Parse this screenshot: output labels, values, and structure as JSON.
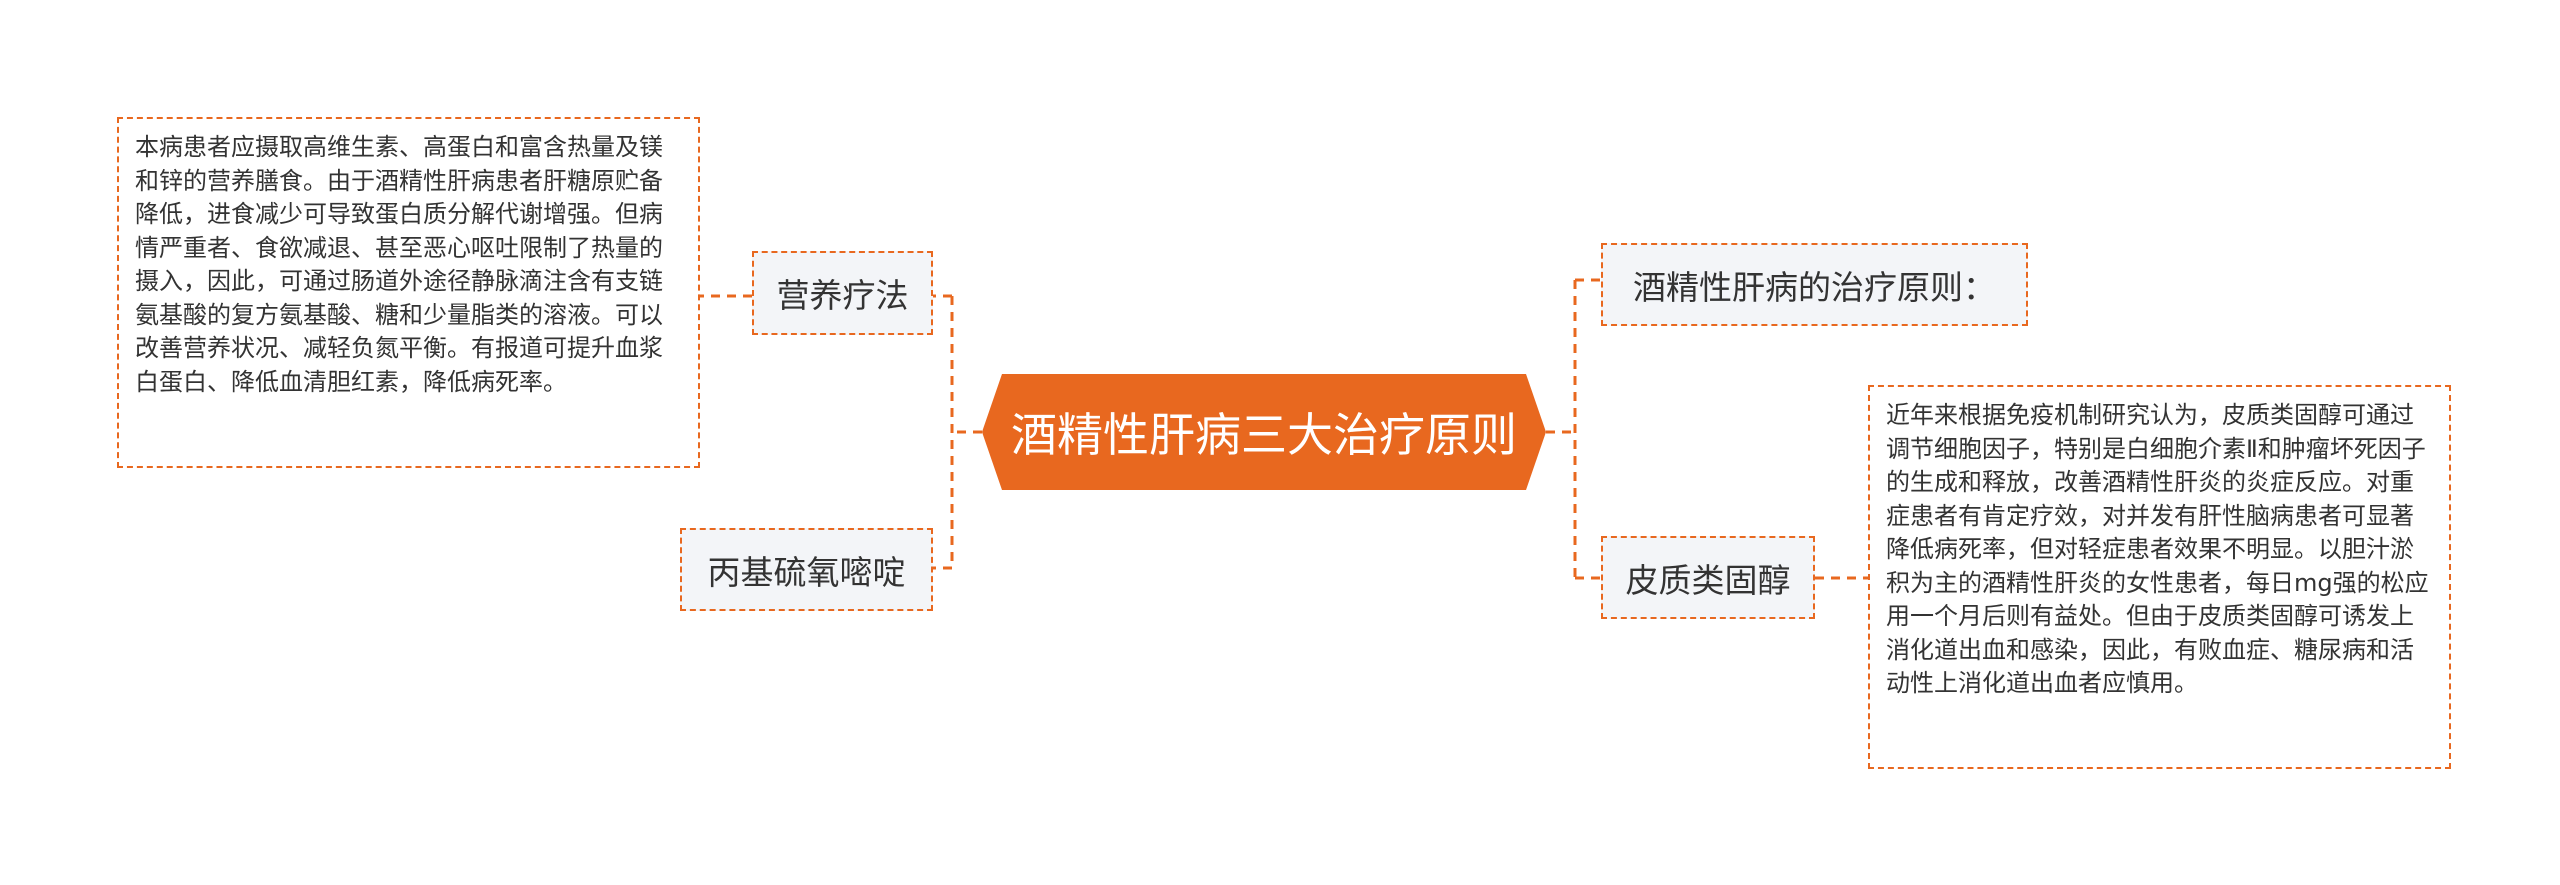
{
  "root": {
    "title": "酒精性肝病三大治疗原则"
  },
  "left_branches": {
    "nutrition": {
      "label": "营养疗法",
      "note": "本病患者应摄取高维生素、高蛋白和富含热量及镁和锌的营养膳食。由于酒精性肝病患者肝糖原贮备降低，进食减少可导致蛋白质分解代谢增强。但病情严重者、食欲减退、甚至恶心呕吐限制了热量的摄入，因此，可通过肠道外途径静脉滴注含有支链氨基酸的复方氨基酸、糖和少量脂类的溶液。可以改善营养状况、减轻负氮平衡。有报道可提升血浆白蛋白、降低血清胆红素，降低病死率。"
    },
    "ptu": {
      "label": "丙基硫氧嘧啶"
    }
  },
  "right_branches": {
    "principles": {
      "label": "酒精性肝病的治疗原则："
    },
    "corticosteroid": {
      "label": "皮质类固醇",
      "note": "近年来根据免疫机制研究认为，皮质类固醇可通过调节细胞因子，特别是白细胞介素Ⅱ和肿瘤坏死因子的生成和释放，改善酒精性肝炎的炎症反应。对重症患者有肯定疗效，对并发有肝性脑病患者可显著降低病死率，但对轻症患者效果不明显。以胆汁淤积为主的酒精性肝炎的女性患者，每日mg强的松应用一个月后则有益处。但由于皮质类固醇可诱发上消化道出血和感染，因此，有败血症、糖尿病和活动性上消化道出血者应慎用。"
    }
  },
  "colors": {
    "accent": "#e8681f",
    "topic_fill": "#f3f5f8",
    "text": "#333333",
    "root_text": "#ffffff"
  }
}
